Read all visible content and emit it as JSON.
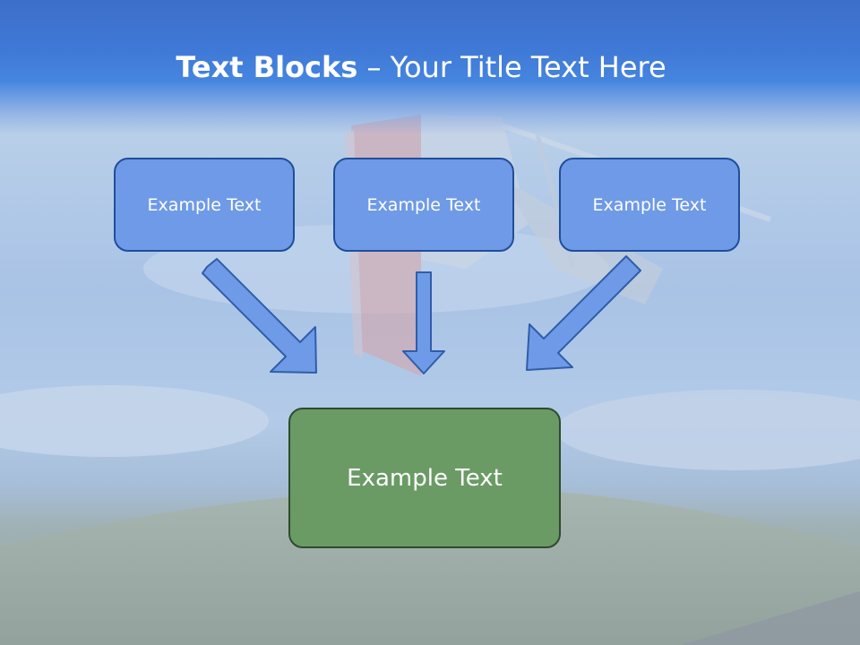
{
  "title": {
    "bold": "Text Blocks",
    "separator": " – ",
    "normal": "Your Title Text Here"
  },
  "blocks": [
    {
      "label": "Example Text"
    },
    {
      "label": "Example Text"
    },
    {
      "label": "Example Text"
    }
  ],
  "result": {
    "label": "Example Text"
  },
  "colors": {
    "header": "#3f78d6",
    "block_fill": "#6f9ae7",
    "block_border": "#1f4e9a",
    "result_fill": "#6a9b65",
    "result_border": "#2f4a2f",
    "arrow_fill": "#6f9ae7",
    "arrow_stroke": "#2f5ea8"
  }
}
